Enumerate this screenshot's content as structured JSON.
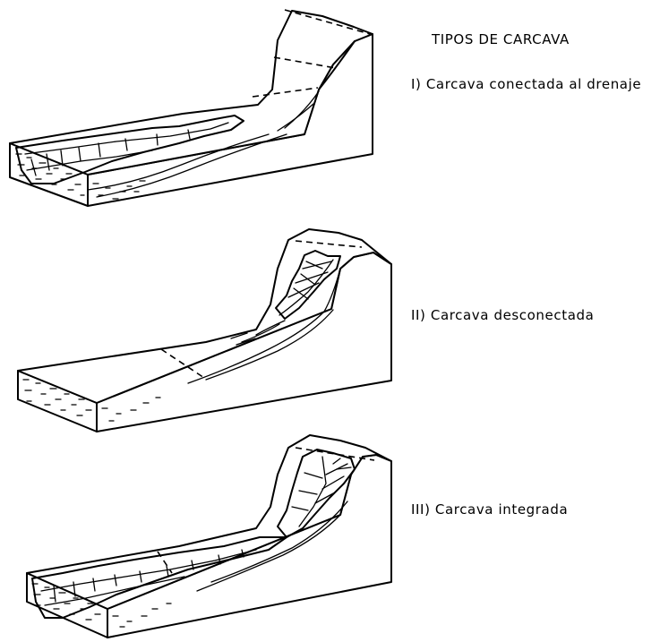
{
  "figure": {
    "title": "TIPOS DE CARCAVA",
    "types": [
      {
        "label": "I) Carcava conectada al drenaje"
      },
      {
        "label": "II) Carcava desconectada"
      },
      {
        "label": "III) Carcava integrada"
      }
    ]
  }
}
